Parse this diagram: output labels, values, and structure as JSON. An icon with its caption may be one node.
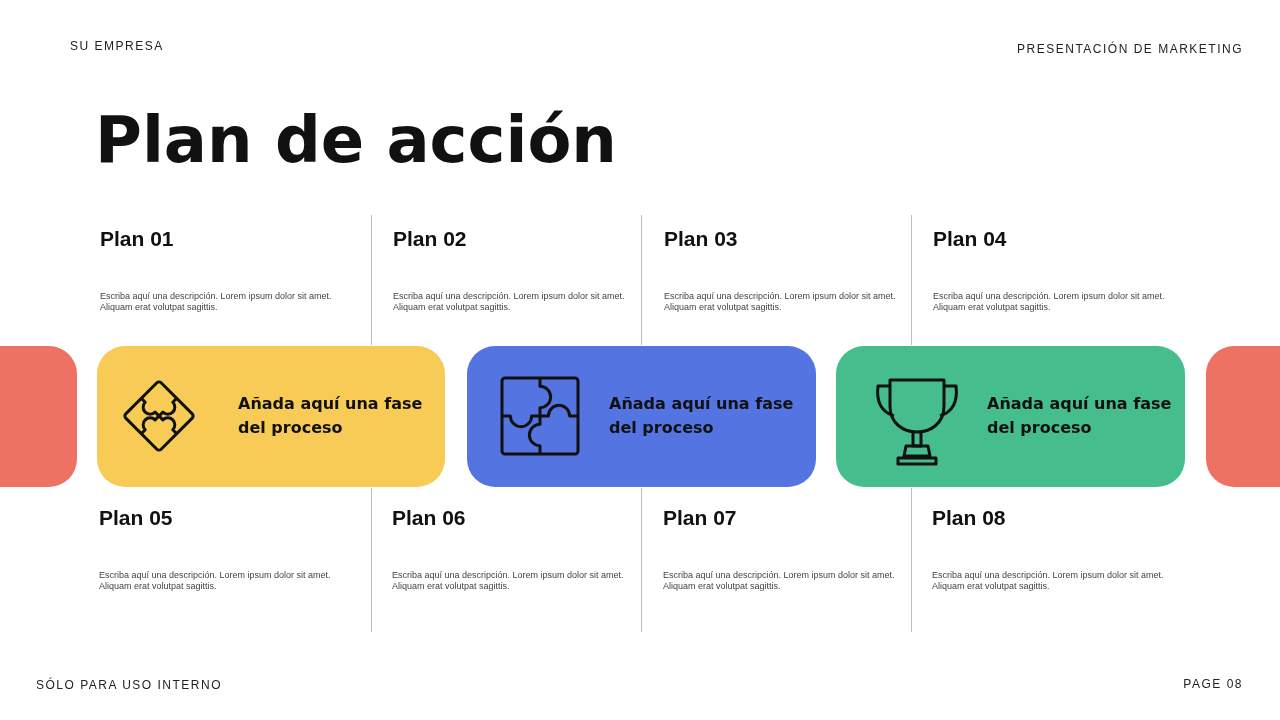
{
  "diagram": {
    "title": "Plan de acción",
    "nodes": [
      {
        "text": [],
        "shape": "box"
      },
      {
        "text": [
          "Añada aquí una fase del proceso"
        ]
      },
      {
        "text": [
          "Añada aquí una fase del proceso"
        ]
      },
      {
        "text": [
          "Añada aquí una fase del proceso"
        ]
      },
      {
        "text": [],
        "shape": "box"
      }
    ],
    "edges": [],
    "labels": [
      "SU EMPRESA",
      "PRESENTACIÓN DE MARKETING",
      "Plan 01",
      "Escriba aquí una descripción. Lorem ipsum dolor sit amet. Aliquam erat volutpat sagittis.",
      "Plan 02",
      "Escriba aquí una descripción. Lorem ipsum dolor sit amet. Aliquam erat volutpat sagittis.",
      "Plan 03",
      "Escriba aquí una descripción. Lorem ipsum dolor sit amet. Aliquam erat volutpat sagittis.",
      "Plan 04",
      "Escriba aquí una descripción. Lorem ipsum dolor sit amet. Aliquam erat volutpat sagittis.",
      "Plan 05",
      "Escriba aquí una descripción. Lorem ipsum dolor sit amet. Aliquam erat volutpat sagittis.",
      "Plan 06",
      "Escriba aquí una descripción. Lorem ipsum dolor sit amet. Aliquam erat volutpat sagittis.",
      "Plan 07",
      "Escriba aquí una descripción. Lorem ipsum dolor sit amet. Aliquam erat volutpat sagittis.",
      "Plan 08",
      "Escriba aquí una descripción. Lorem ipsum dolor sit amet. Aliquam erat volutpat sagittis.",
      "SÓLO PARA USO INTERNO",
      "PAGE 08"
    ]
  }
}
